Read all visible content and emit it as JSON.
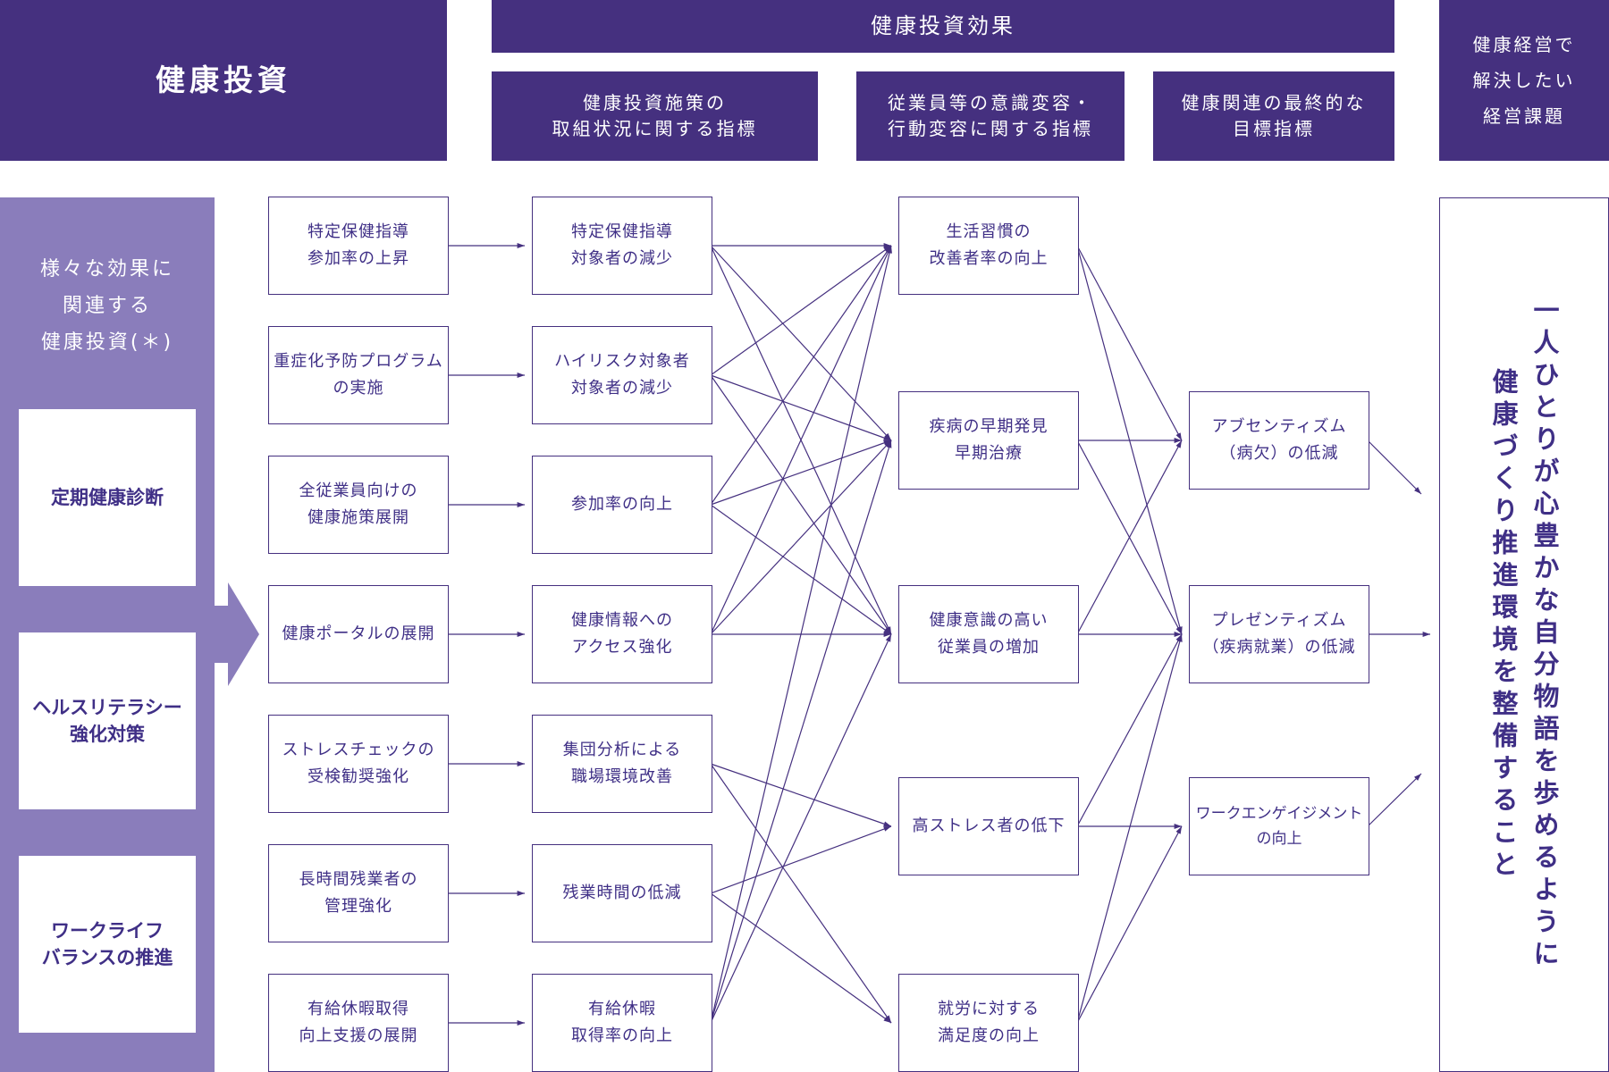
{
  "headers": {
    "investment": "健康投資",
    "effect": "健康投資効果",
    "col1": "健康投資施策の\n取組状況に関する指標",
    "col2": "従業員等の意識変容・\n行動変容に関する指標",
    "col3": "健康関連の最終的な\n目標指標",
    "management": "健康経営で\n解決したい\n経営課題"
  },
  "left_panel": {
    "title": "様々な効果に\n関連する\n健康投資(＊)",
    "items": [
      "定期健康診断",
      "ヘルスリテラシー\n強化対策",
      "ワークライフ\nバランスの推進"
    ]
  },
  "measures": [
    "特定保健指導\n参加率の上昇",
    "重症化予防プログラム\nの実施",
    "全従業員向けの\n健康施策展開",
    "健康ポータルの展開",
    "ストレスチェックの\n受検勧奨強化",
    "長時間残業者の\n管理強化",
    "有給休暇取得\n向上支援の展開"
  ],
  "indicators": [
    "特定保健指導\n対象者の減少",
    "ハイリスク対象者\n対象者の減少",
    "参加率の向上",
    "健康情報への\nアクセス強化",
    "集団分析による\n職場環境改善",
    "残業時間の低減",
    "有給休暇\n取得率の向上"
  ],
  "behaviors": [
    "生活習慣の\n改善者率の向上",
    "疾病の早期発見\n早期治療",
    "健康意識の高い\n従業員の増加",
    "高ストレス者の低下",
    "就労に対する\n満足度の向上"
  ],
  "outcomes": [
    "アブセンティズム\n（病欠）の低減",
    "プレゼンティズム\n（疾病就業）の低減",
    "ワークエンゲイジメント\nの向上"
  ],
  "goal": {
    "line1": "一人ひとりが心豊かな自分物語を歩めるように",
    "line2": "健康づくり推進環境を整備すること"
  },
  "colors": {
    "primary": "#45307f",
    "panel": "#8a7dbb",
    "text": "#3f2f86"
  }
}
